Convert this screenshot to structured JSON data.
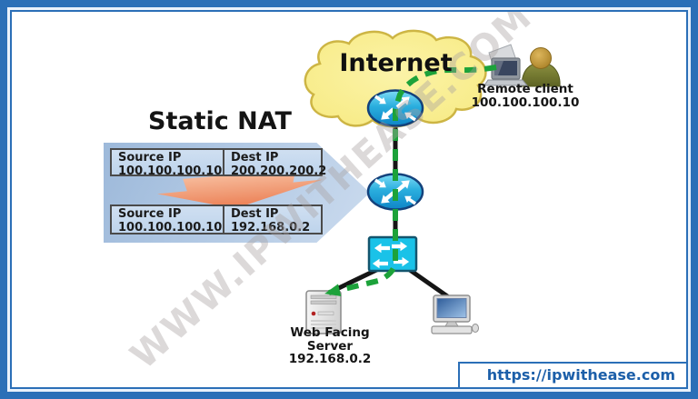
{
  "title": "Static NAT",
  "watermark": {
    "text": "WWW.IPWITHEASE.COM"
  },
  "internet_cloud": {
    "label": "Internet"
  },
  "remote_client": {
    "label": "Remote client",
    "ip": "100.100.100.10"
  },
  "web_server": {
    "label": "Web Facing Server",
    "ip": "192.168.0.2"
  },
  "nat_table": {
    "before_nat": {
      "source_label": "Source IP",
      "source_ip": "100.100.100.10",
      "dest_label": "Dest IP",
      "dest_ip": "200.200.200.2"
    },
    "after_nat": {
      "source_label": "Source IP",
      "source_ip": "100.100.100.10",
      "dest_label": "Dest IP",
      "dest_ip": "192.168.0.2"
    }
  },
  "footer": {
    "link": "https://ipwithease.com"
  },
  "icons": {
    "cloud": "internet-cloud-icon",
    "router_top": "router-icon",
    "router_middle": "router-icon",
    "switch": "switch-icon",
    "server": "server-icon",
    "desktop": "desktop-computer-icon",
    "remote_user": "person-laptop-icon",
    "nat_arrow": "down-arrow-icon",
    "traffic_path": "green-dashed-arrow"
  },
  "colors": {
    "frame_blue": "#2b6fb7",
    "link_blue": "#1c5fa9",
    "cloud_yellow": "#f8ee8f",
    "device_cyan": "#2ab4e4",
    "path_green": "#1ca23a",
    "arrow_orange": "#ec7d52",
    "panel_blue": "#aac3e0",
    "line_black": "#151515"
  }
}
